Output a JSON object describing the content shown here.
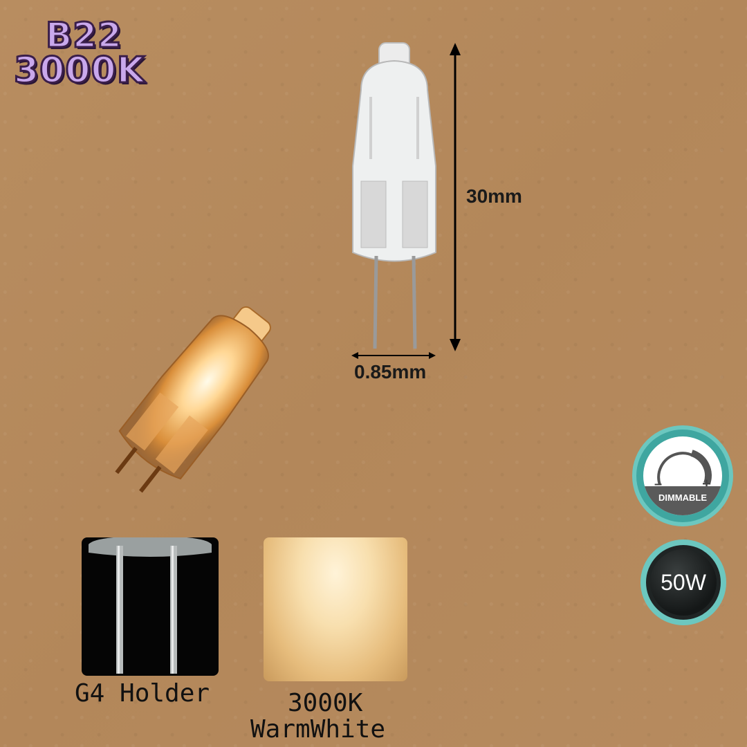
{
  "badge": {
    "base": "B22",
    "cct": "3000K"
  },
  "dimensions": {
    "height": "30mm",
    "width": "0.85mm"
  },
  "captions": {
    "holder": "G4 Holder",
    "cct_value": "3000K",
    "cct_name": "WarmWhite"
  },
  "icons": {
    "dimmable": {
      "label": "DIMMABLE",
      "minus": "–",
      "plus": "+"
    },
    "wattage": {
      "label": "50W"
    }
  },
  "colors": {
    "background": "#b58a5e",
    "badge_fill": "#c9a8ec",
    "icon_teal": "#6cc7bf"
  }
}
